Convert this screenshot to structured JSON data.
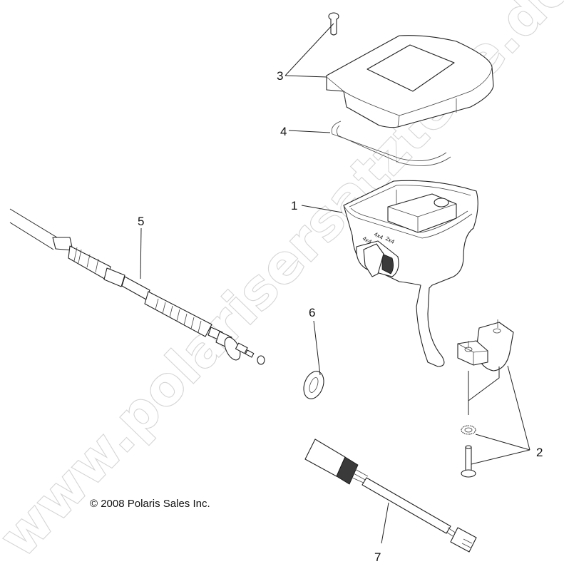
{
  "diagram": {
    "watermark": "www.polarisersatzteile.de",
    "copyright": "© 2008 Polaris Sales Inc.",
    "switch_labels": [
      "4x4",
      "4x4",
      "2x4"
    ],
    "callouts": [
      {
        "id": "1",
        "label": "1",
        "part": "switch-housing"
      },
      {
        "id": "2",
        "label": "2",
        "part": "clamp-washer-screw"
      },
      {
        "id": "3",
        "label": "3",
        "part": "cover-and-screw"
      },
      {
        "id": "4",
        "label": "4",
        "part": "seal-gasket"
      },
      {
        "id": "5",
        "label": "5",
        "part": "throttle-cable"
      },
      {
        "id": "6",
        "label": "6",
        "part": "washer"
      },
      {
        "id": "7",
        "label": "7",
        "part": "wire-harness"
      }
    ],
    "colors": {
      "line": "#222222",
      "watermark_outline": "#d4d4d4",
      "background": "#ffffff"
    }
  }
}
